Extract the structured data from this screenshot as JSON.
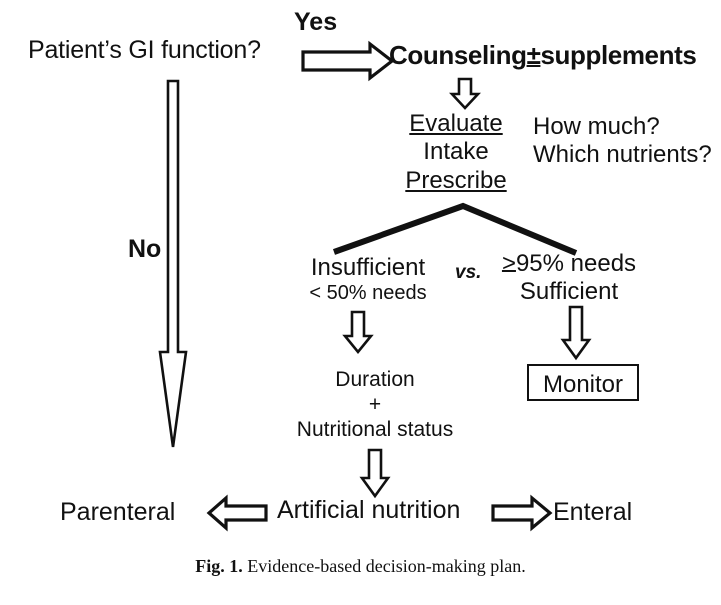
{
  "figure": {
    "caption_number": "Fig. 1.",
    "caption_text": "Evidence-based decision-making plan.",
    "background_color": "#ffffff",
    "ink_color": "#111111"
  },
  "nodes": {
    "question": "Patient’s GI function?",
    "yes_label": "Yes",
    "no_label": "No",
    "counseling": {
      "before": "Counseling",
      "symbol": "±",
      "after": "supplements"
    },
    "evaluate": "Evaluate",
    "intake": "Intake",
    "prescribe": "Prescribe",
    "how_much": "How much?",
    "which_nutrients": "Which nutrients?",
    "insufficient": "Insufficient",
    "insufficient_sub": "< 50% needs",
    "vs": "vs.",
    "sufficient_needs_symbol": ">",
    "sufficient_needs_rest": "95% needs",
    "sufficient": "Sufficient",
    "duration": "Duration",
    "plus": "+",
    "nutritional_status": "Nutritional status",
    "monitor": "Monitor",
    "parenteral": "Parenteral",
    "artificial_nutrition": "Artificial nutrition",
    "enteral": "Enteral"
  },
  "connectors": [
    {
      "name": "yes-arrow",
      "direction": "right",
      "from": "question",
      "to": "counseling"
    },
    {
      "name": "no-arrow",
      "direction": "down",
      "from": "question",
      "to": "parenteral"
    },
    {
      "name": "counseling-to-evaluate-arrow",
      "direction": "down"
    },
    {
      "name": "branch-split",
      "direction": "split"
    },
    {
      "name": "insufficient-to-duration-arrow",
      "direction": "down"
    },
    {
      "name": "sufficient-to-monitor-arrow",
      "direction": "down"
    },
    {
      "name": "duration-to-artificial-arrow",
      "direction": "down"
    },
    {
      "name": "artificial-to-parenteral-arrow",
      "direction": "left"
    },
    {
      "name": "artificial-to-enteral-arrow",
      "direction": "right"
    }
  ]
}
